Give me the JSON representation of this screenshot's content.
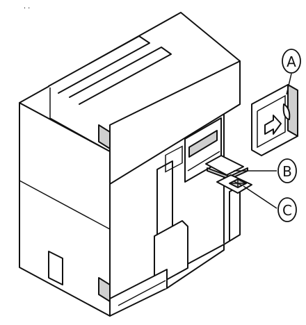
{
  "corner_mark": ". .",
  "callouts": {
    "a": {
      "label": "A",
      "part": "cover"
    },
    "b": {
      "label": "B",
      "part": "sim-card"
    },
    "c": {
      "label": "C",
      "part": "sim-card-chip"
    }
  },
  "colors": {
    "line": "#111111",
    "fill": "#ffffff",
    "shade": "#cfcfcf"
  }
}
